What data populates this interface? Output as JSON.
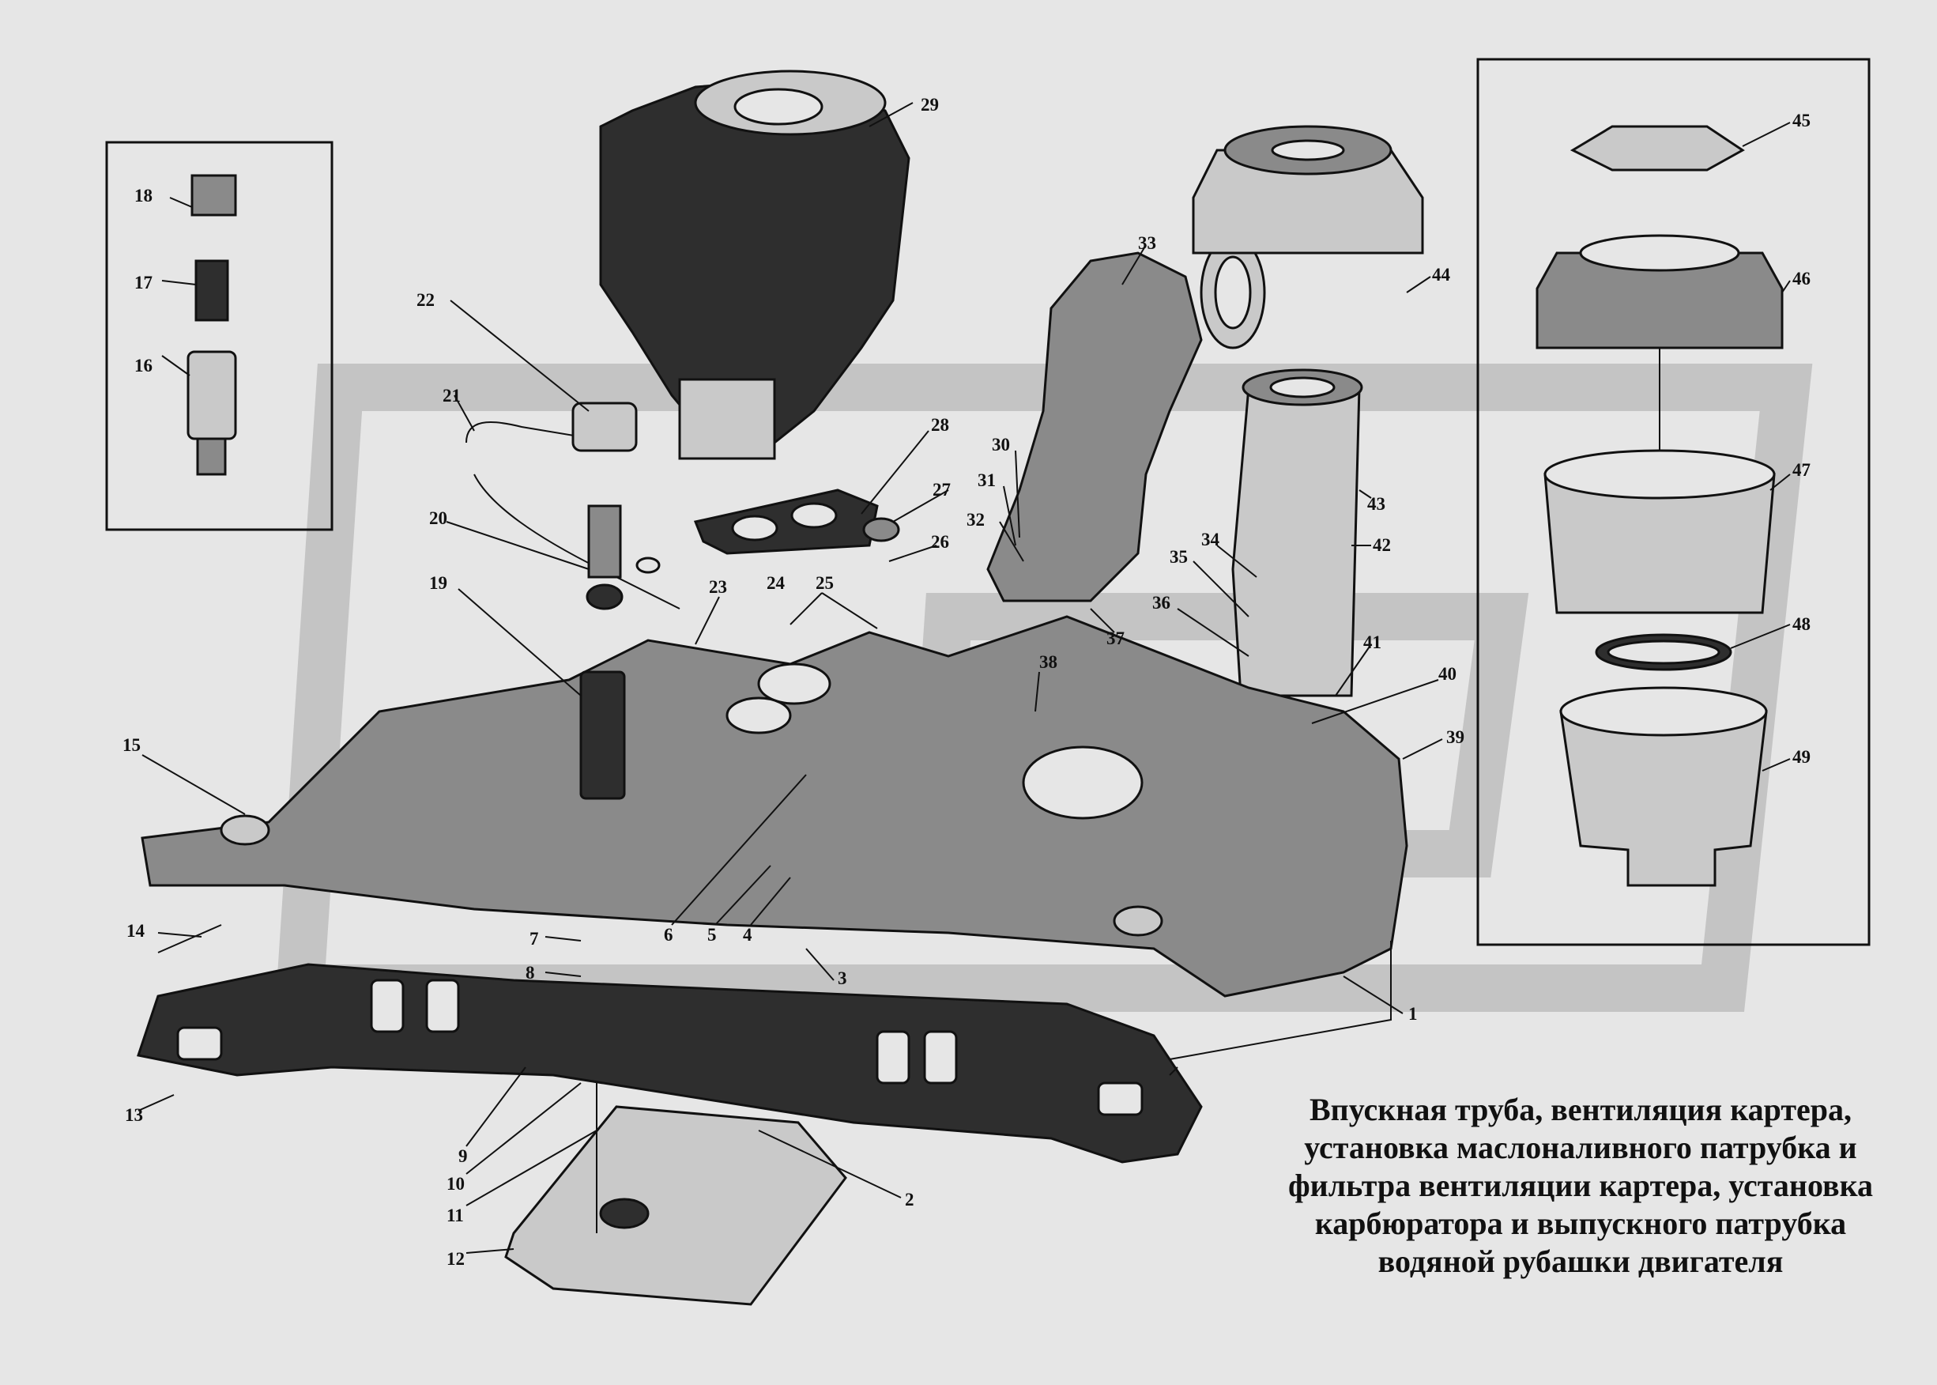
{
  "caption": {
    "lines": [
      "Впускная труба, вентиляция картера,",
      "установка  маслоналивного патрубка и",
      "фильтра вентиляции картера, установка",
      "карбюратора  и выпускного патрубка",
      "водяной  рубашки двигателя"
    ]
  },
  "callouts": [
    "1",
    "2",
    "3",
    "4",
    "5",
    "6",
    "7",
    "8",
    "9",
    "10",
    "11",
    "12",
    "13",
    "14",
    "15",
    "16",
    "17",
    "18",
    "19",
    "20",
    "21",
    "22",
    "23",
    "24",
    "25",
    "26",
    "27",
    "28",
    "29",
    "30",
    "31",
    "32",
    "33",
    "34",
    "35",
    "36",
    "37",
    "38",
    "39",
    "40",
    "41",
    "42",
    "43",
    "44",
    "45",
    "46",
    "47",
    "48",
    "49"
  ]
}
